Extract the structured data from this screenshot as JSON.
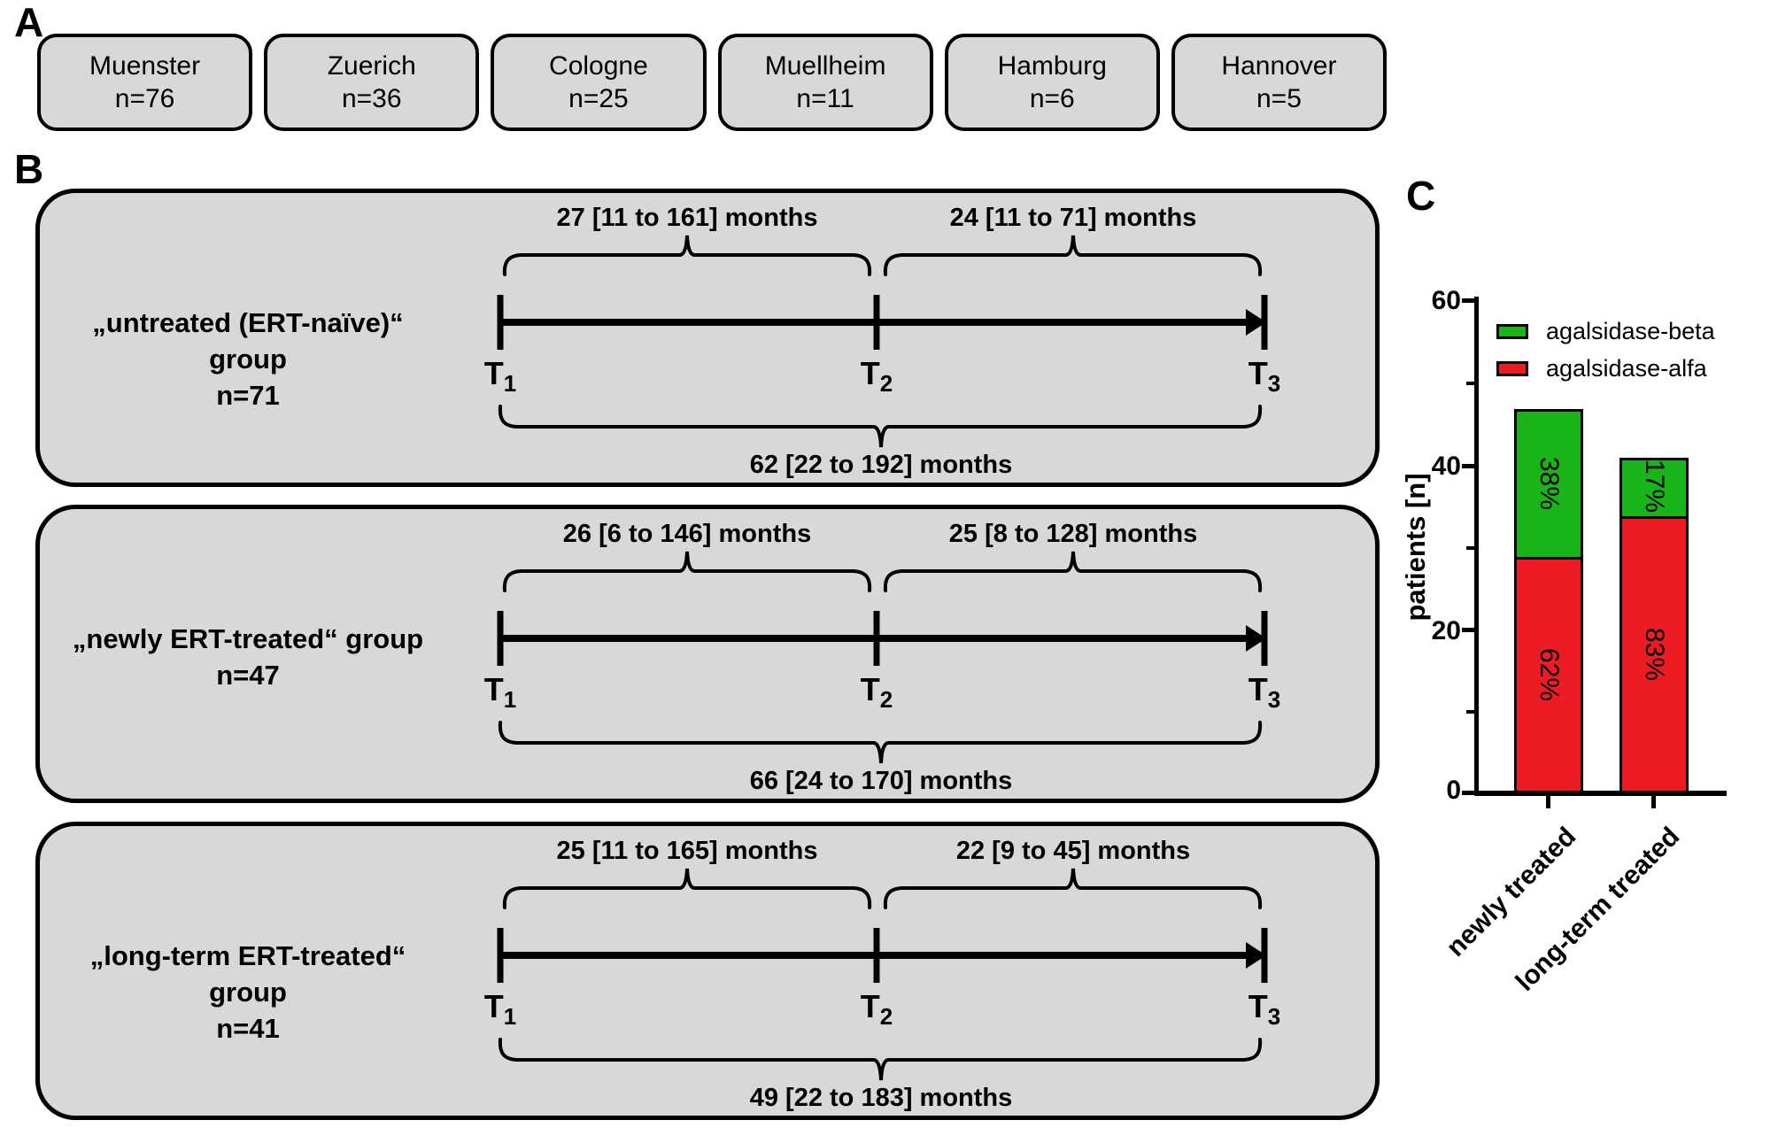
{
  "panels": {
    "a_label": "A",
    "b_label": "B",
    "c_label": "C"
  },
  "panel_a": {
    "centers": [
      {
        "city": "Muenster",
        "n": "n=76"
      },
      {
        "city": "Zuerich",
        "n": "n=36"
      },
      {
        "city": "Cologne",
        "n": "n=25"
      },
      {
        "city": "Muellheim",
        "n": "n=11"
      },
      {
        "city": "Hamburg",
        "n": "n=6"
      },
      {
        "city": "Hannover",
        "n": "n=5"
      }
    ]
  },
  "panel_b": {
    "timepoints": [
      {
        "t": "T",
        "sub": "1"
      },
      {
        "t": "T",
        "sub": "2"
      },
      {
        "t": "T",
        "sub": "3"
      }
    ],
    "groups": [
      {
        "name": "„untreated (ERT-naïve)“ group",
        "n": "n=71",
        "interval_t1_t2": "27 [11 to 161] months",
        "interval_t2_t3": "24 [11 to 71] months",
        "interval_total": "62 [22 to 192] months"
      },
      {
        "name": "„newly ERT-treated“ group",
        "n": "n=47",
        "interval_t1_t2": "26 [6 to 146] months",
        "interval_t2_t3": "25 [8 to 128] months",
        "interval_total": "66 [24 to 170] months"
      },
      {
        "name": "„long-term ERT-treated“ group",
        "n": "n=41",
        "interval_t1_t2": "25 [11 to 165] months",
        "interval_t2_t3": "22 [9 to 45] months",
        "interval_total": "49 [22 to 183] months"
      }
    ]
  },
  "panel_c": {
    "ylabel": "patients [n]",
    "ytick_labels": [
      "60",
      "40",
      "20",
      "0"
    ],
    "legend": [
      {
        "label": "agalsidase-beta",
        "color": "#18b418"
      },
      {
        "label": "agalsidase-alfa",
        "color": "#ed1c24"
      }
    ],
    "bars": [
      {
        "category": "newly treated",
        "beta_pct": "38%",
        "alfa_pct": "62%"
      },
      {
        "category": "long-term treated",
        "beta_pct": "17%",
        "alfa_pct": "83%"
      }
    ]
  },
  "chart_data": {
    "type": "bar",
    "stacked": true,
    "categories": [
      "newly treated",
      "long-term treated"
    ],
    "series": [
      {
        "name": "agalsidase-alfa",
        "color": "#ed1c24",
        "values": [
          29,
          34
        ],
        "percent_labels": [
          "62%",
          "83%"
        ]
      },
      {
        "name": "agalsidase-beta",
        "color": "#18b418",
        "values": [
          18,
          7
        ],
        "percent_labels": [
          "38%",
          "17%"
        ]
      }
    ],
    "totals": [
      47,
      41
    ],
    "title": "",
    "xlabel": "",
    "ylabel": "patients [n]",
    "ylim": [
      0,
      60
    ],
    "yticks_major": [
      0,
      20,
      40,
      60
    ],
    "yticks_minor": [
      10,
      30,
      50
    ],
    "grid": false,
    "legend_position": "top-left-inside",
    "bar_percent_label_rotation_deg": 90,
    "category_label_rotation_deg": -45
  }
}
